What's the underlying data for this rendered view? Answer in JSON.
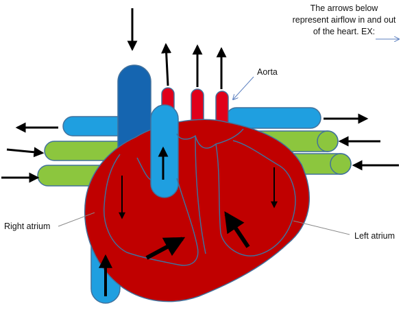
{
  "note": "The arrows below\nrepresent airflow in and out\nof the heart.  EX:",
  "labels": {
    "aorta": "Aorta",
    "right_atrium": "Right atrium",
    "left_atrium": "Left atrium"
  },
  "colors": {
    "heart": "#c00000",
    "outline": "#41719c",
    "light_blue": "#1f9fe0",
    "dark_blue": "#1565b0",
    "green": "#8cc63e",
    "red_vessel": "#e0001a",
    "arrow": "#000000",
    "example_arrow": "#5b7fbf"
  }
}
